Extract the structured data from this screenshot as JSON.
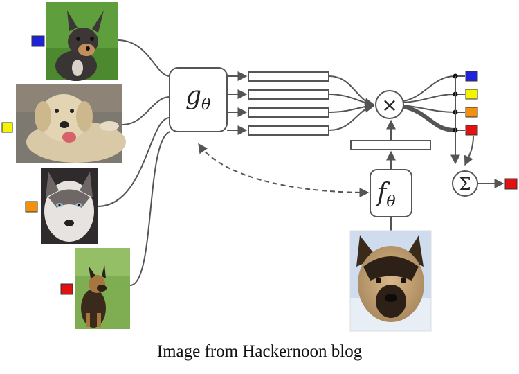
{
  "caption": "Image from Hackernoon blog",
  "modules": {
    "g": {
      "label": "g",
      "subscript": "θ"
    },
    "f": {
      "label": "f",
      "subscript": "θ"
    },
    "multiply": {
      "symbol": "×"
    },
    "sum": {
      "symbol": "Σ"
    }
  },
  "support_images": [
    {
      "subject": "chihuahua",
      "class_color": "#1e22d8"
    },
    {
      "subject": "labrador",
      "class_color": "#f4f400"
    },
    {
      "subject": "husky",
      "class_color": "#f3910e"
    },
    {
      "subject": "german-shepherd",
      "class_color": "#e01212"
    }
  ],
  "query_image": {
    "subject": "german-shepherd"
  },
  "output_class_color": "#e01212",
  "colors": {
    "line": "#555555",
    "box_stroke": "#555555",
    "image_border": "#333333"
  }
}
